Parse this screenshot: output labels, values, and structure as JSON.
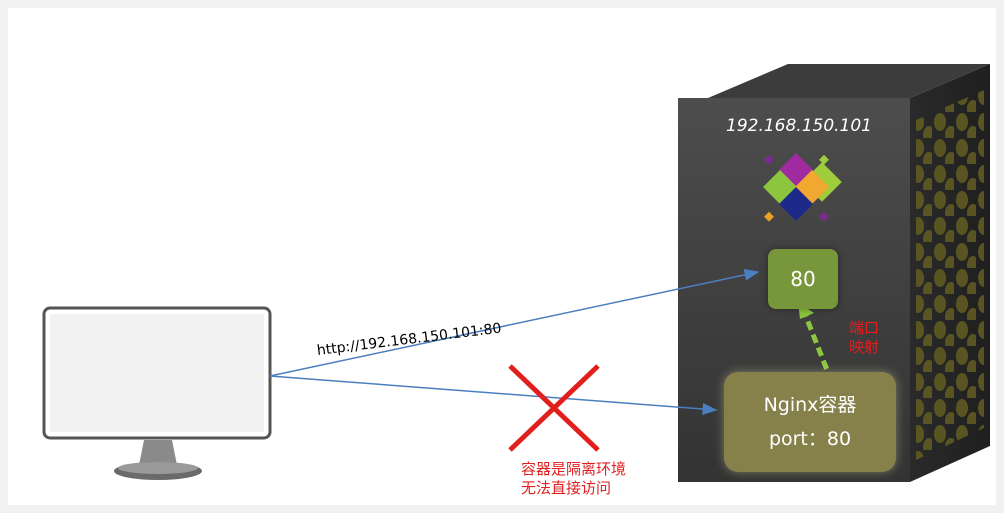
{
  "server": {
    "ip": "192.168.150.101",
    "host_port": "80"
  },
  "request": {
    "url": "http://192.168.150.101:80"
  },
  "container": {
    "name": "Nginx容器",
    "port": "port：80"
  },
  "annotations": {
    "port_mapping_line1": "端口",
    "port_mapping_line2": "映射",
    "isolation_line1": "容器是隔离环境",
    "isolation_line2": "无法直接访问"
  },
  "colors": {
    "arrow_blue": "#4a7fc0",
    "mapping_green": "#8cc63f",
    "cross_red": "#e0201c",
    "host_port_green": "#78963a",
    "container_olive": "#86804a"
  }
}
